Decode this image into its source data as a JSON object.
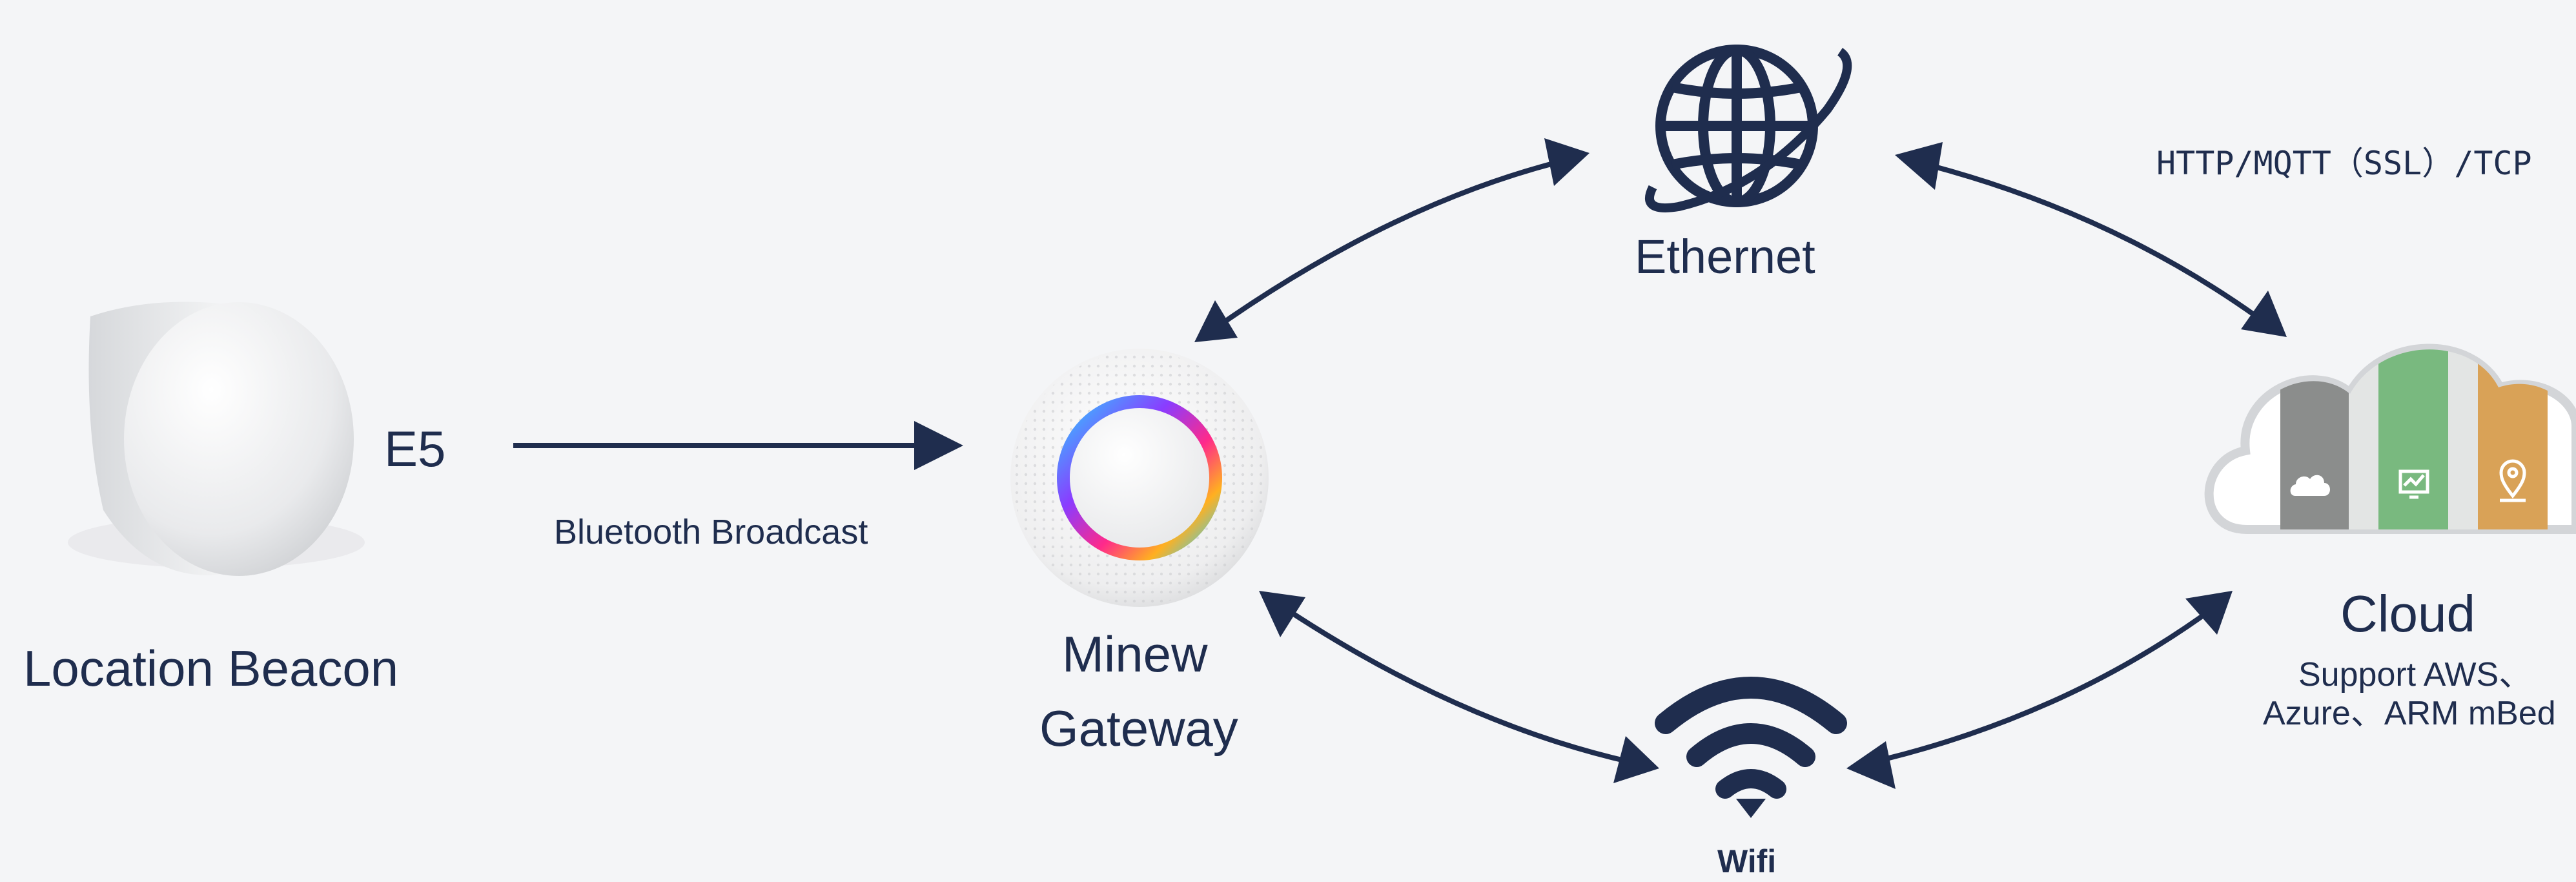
{
  "diagram": {
    "nodes": {
      "beacon": {
        "label": "Location Beacon",
        "model": "E5"
      },
      "gateway": {
        "label_line1": "Minew",
        "label_line2": "Gateway"
      },
      "ethernet": {
        "label": "Ethernet"
      },
      "wifi": {
        "label": "Wifi"
      },
      "cloud": {
        "label": "Cloud",
        "support_line1": "Support AWS、",
        "support_line2": "Azure、ARM mBed"
      }
    },
    "edges": {
      "beacon_to_gateway": {
        "label": "Bluetooth Broadcast",
        "direction": "one-way"
      },
      "gateway_ethernet": {
        "direction": "two-way"
      },
      "ethernet_cloud": {
        "label": "HTTP/MQTT（SSL）/TCP",
        "direction": "two-way"
      },
      "gateway_wifi": {
        "direction": "two-way"
      },
      "wifi_cloud": {
        "direction": "two-way"
      }
    },
    "icons": {
      "ethernet": "globe-icon",
      "wifi": "wifi-icon",
      "cloud": "cloud-icon",
      "cloud_panels": [
        "cloud-small-icon",
        "monitor-chart-icon",
        "location-pin-icon"
      ]
    },
    "colors": {
      "primary": "#1f2d4e",
      "background": "#f4f5f7",
      "panel_gray": "#8b8d8c",
      "panel_green": "#79b97f",
      "panel_orange": "#d9a257"
    }
  }
}
